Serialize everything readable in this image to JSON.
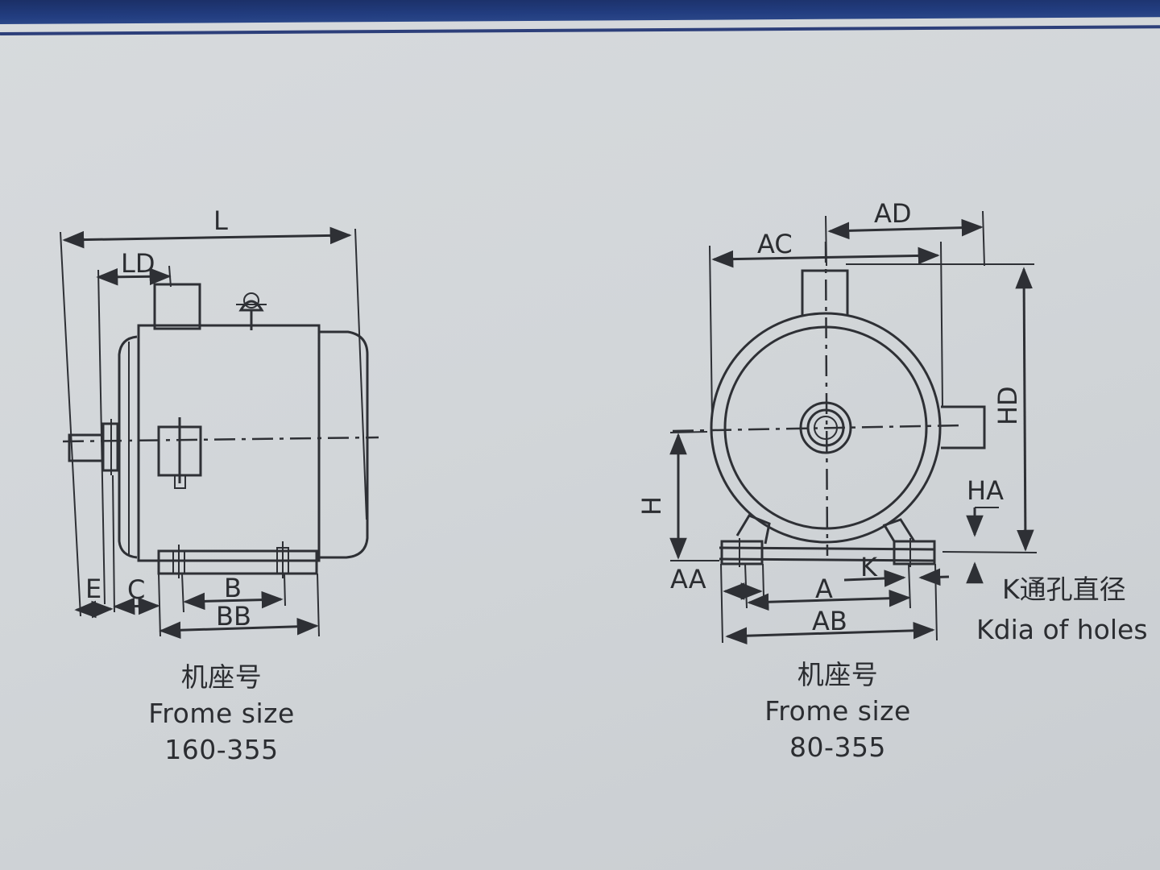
{
  "left_view": {
    "labels": {
      "L": "L",
      "LD": "LD",
      "E": "E",
      "C": "C",
      "B": "B",
      "BB": "BB"
    },
    "caption": {
      "cn": "机座号",
      "en": "Frome size",
      "range": "160-355"
    }
  },
  "right_view": {
    "labels": {
      "AD": "AD",
      "AC": "AC",
      "HD": "HD",
      "H": "H",
      "HA": "HA",
      "AA": "AA",
      "K": "K",
      "A": "A",
      "AB": "AB"
    },
    "caption": {
      "cn": "机座号",
      "en": "Frome size",
      "range": "80-355"
    },
    "note": {
      "cn": "K通孔直径",
      "en": "Kdia of holes"
    }
  },
  "colors": {
    "ink": "#2e3035",
    "paper": "#d4d8db",
    "band": "#1f3673"
  }
}
